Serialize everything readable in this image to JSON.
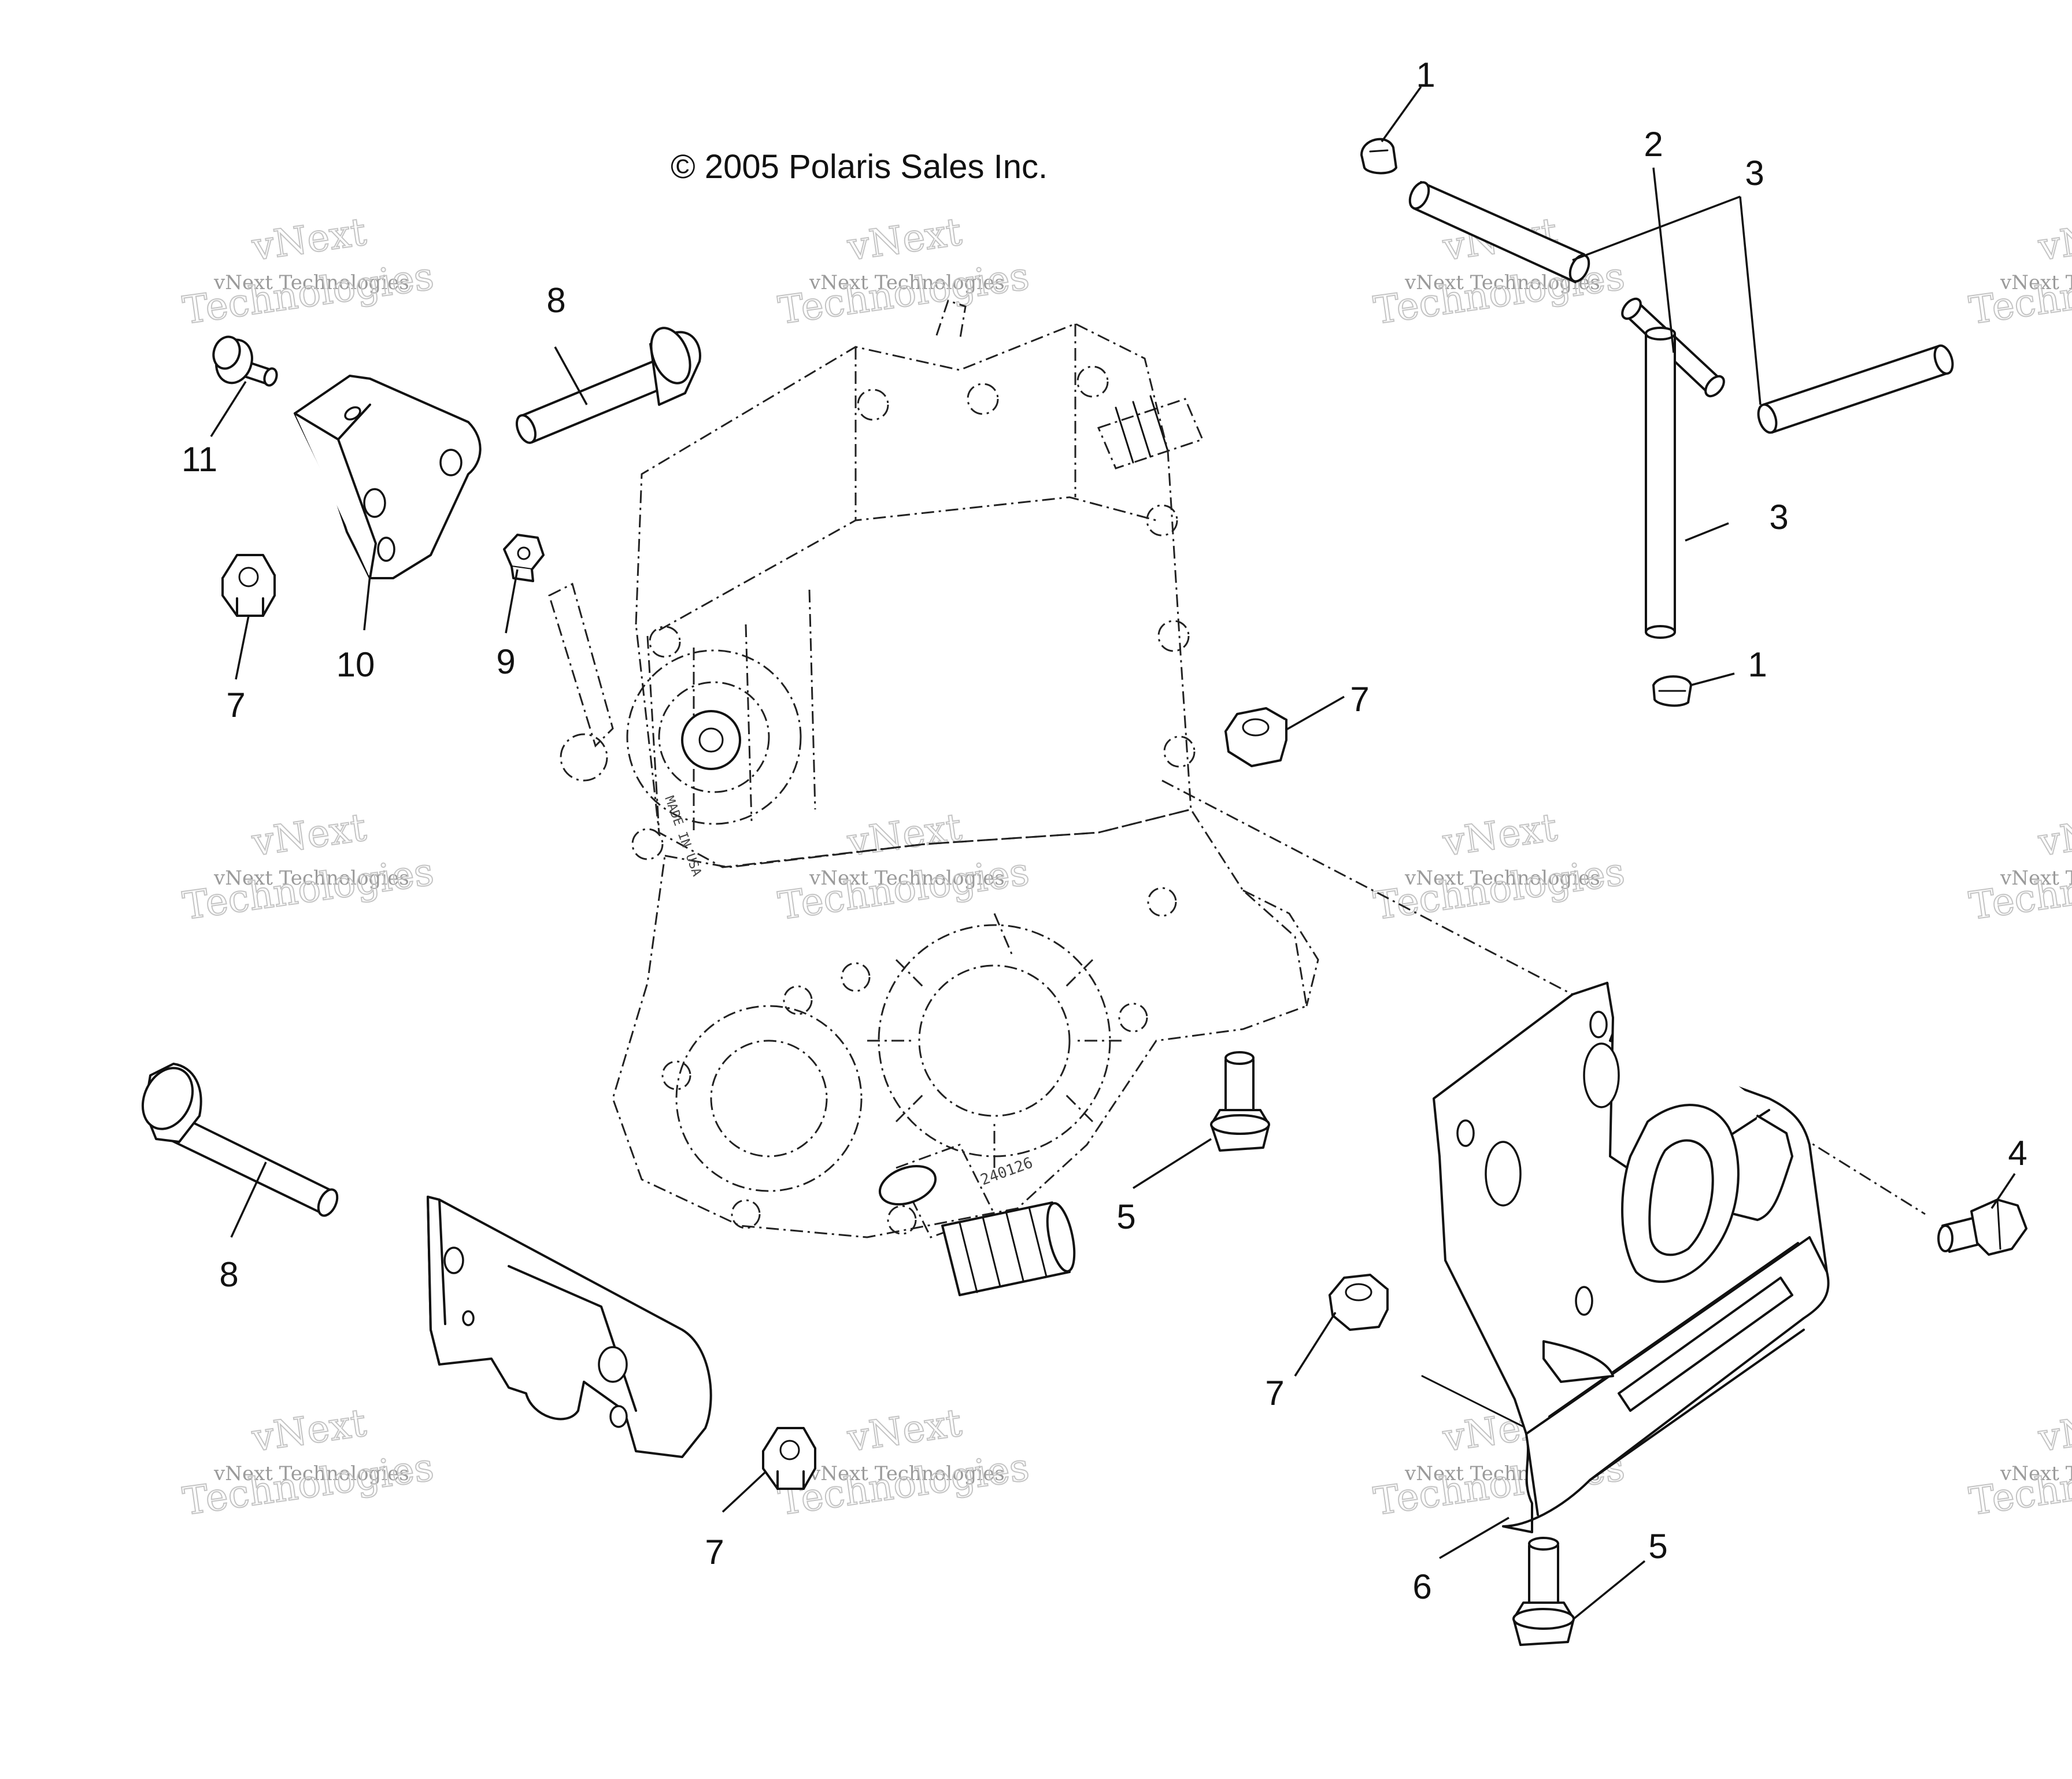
{
  "copyright": "© 2005 Polaris Sales Inc.",
  "watermark": {
    "line1": "vNext",
    "line2": "vNext Technologies",
    "line3": "Technologies"
  },
  "callouts": [
    {
      "id": "c1a",
      "label": "1"
    },
    {
      "id": "c2",
      "label": "2"
    },
    {
      "id": "c3a",
      "label": "3"
    },
    {
      "id": "c3b",
      "label": "3"
    },
    {
      "id": "c1b",
      "label": "1"
    },
    {
      "id": "c8a",
      "label": "8"
    },
    {
      "id": "c11",
      "label": "11"
    },
    {
      "id": "c10",
      "label": "10"
    },
    {
      "id": "c9",
      "label": "9"
    },
    {
      "id": "c7a",
      "label": "7"
    },
    {
      "id": "c7b",
      "label": "7"
    },
    {
      "id": "c4",
      "label": "4"
    },
    {
      "id": "c5a",
      "label": "5"
    },
    {
      "id": "c8b",
      "label": "8"
    },
    {
      "id": "c7c",
      "label": "7"
    },
    {
      "id": "c7d",
      "label": "7"
    },
    {
      "id": "c6",
      "label": "6"
    },
    {
      "id": "c5b",
      "label": "5"
    }
  ]
}
